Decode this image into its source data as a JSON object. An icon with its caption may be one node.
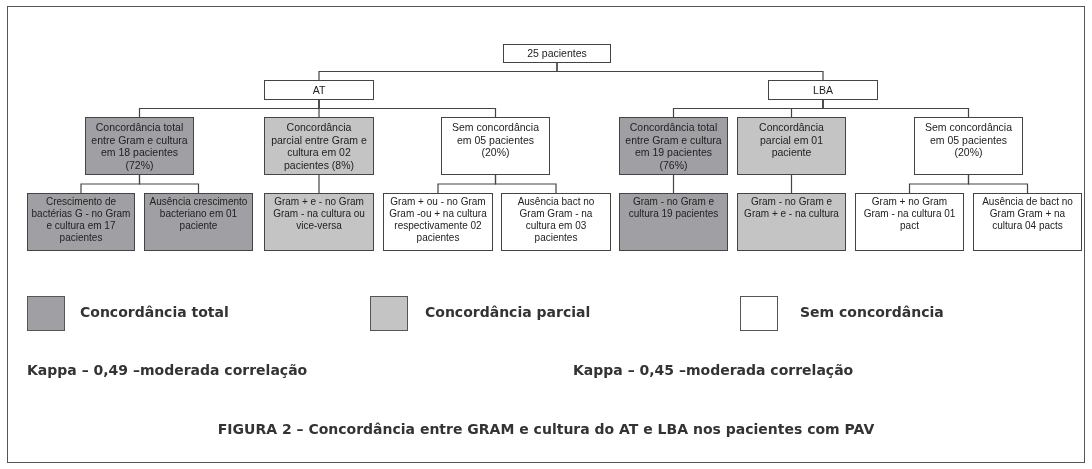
{
  "diagram": {
    "caption": "FIGURA 2 – Concordância entre GRAM e cultura do AT e LBA nos pacientes com PAV",
    "nodes": [
      {
        "text": [
          "25 pacientes"
        ]
      },
      {
        "text": [
          "AT"
        ]
      },
      {
        "text": [
          "LBA"
        ]
      },
      {
        "text": [
          "Concordância total entre Gram e cultura em 18 pacientes (72%)"
        ]
      },
      {
        "text": [
          "Concordância parcial entre Gram e cultura em 02 pacientes (8%)"
        ]
      },
      {
        "text": [
          "Sem concordância em 05 pacientes (20%)"
        ]
      },
      {
        "text": [
          "Concordância total entre Gram e cultura em 19 pacientes (76%)"
        ]
      },
      {
        "text": [
          "Concordância parcial em 01 paciente"
        ]
      },
      {
        "text": [
          "Sem concordância em 05 pacientes (20%)"
        ]
      },
      {
        "text": [
          "Crescimento de bactérias G - no Gram e cultura em 17 pacientes"
        ]
      },
      {
        "text": [
          "Ausência crescimento bacteriano em 01 paciente"
        ]
      },
      {
        "text": [
          "Gram + e - no Gram Gram - na cultura ou vice-versa"
        ]
      },
      {
        "text": [
          "Gram + ou - no Gram Gram -ou + na cultura respectivamente 02 pacientes"
        ]
      },
      {
        "text": [
          "Ausência bact no Gram Gram - na cultura em 03 pacientes"
        ]
      },
      {
        "text": [
          "Gram - no Gram e cultura 19 pacientes"
        ]
      },
      {
        "text": [
          "Gram - no Gram e Gram + e - na cultura"
        ]
      },
      {
        "text": [
          "Gram + no Gram Gram - na cultura 01 pact"
        ]
      },
      {
        "text": [
          "Ausência de bact no Gram Gram + na cultura 04 pacts"
        ]
      }
    ],
    "edges": [
      {
        "from": 0,
        "to": 1,
        "arrow": "none"
      },
      {
        "from": 0,
        "to": 2,
        "arrow": "none"
      },
      {
        "from": 1,
        "to": 3,
        "arrow": "none"
      },
      {
        "from": 1,
        "to": 4,
        "arrow": "none"
      },
      {
        "from": 1,
        "to": 5,
        "arrow": "none"
      },
      {
        "from": 2,
        "to": 6,
        "arrow": "none"
      },
      {
        "from": 2,
        "to": 7,
        "arrow": "none"
      },
      {
        "from": 2,
        "to": 8,
        "arrow": "none"
      },
      {
        "from": 3,
        "to": 9,
        "arrow": "none"
      },
      {
        "from": 3,
        "to": 10,
        "arrow": "none"
      },
      {
        "from": 4,
        "to": 11,
        "arrow": "none"
      },
      {
        "from": 5,
        "to": 12,
        "arrow": "none"
      },
      {
        "from": 5,
        "to": 13,
        "arrow": "none"
      },
      {
        "from": 6,
        "to": 14,
        "arrow": "none"
      },
      {
        "from": 7,
        "to": 15,
        "arrow": "none"
      },
      {
        "from": 8,
        "to": 16,
        "arrow": "none"
      },
      {
        "from": 8,
        "to": 17,
        "arrow": "none"
      }
    ],
    "labels": [
      "Kappa – 0,49 –moderada correlação",
      "Kappa – 0,45 –moderada correlação"
    ],
    "legend": [
      {
        "text": "Concordância total",
        "color": "#a0a0a4"
      },
      {
        "text": "Concordância parcial",
        "color": "#c4c4c4"
      },
      {
        "text": "Sem concordância",
        "color": "#ffffff"
      }
    ]
  }
}
